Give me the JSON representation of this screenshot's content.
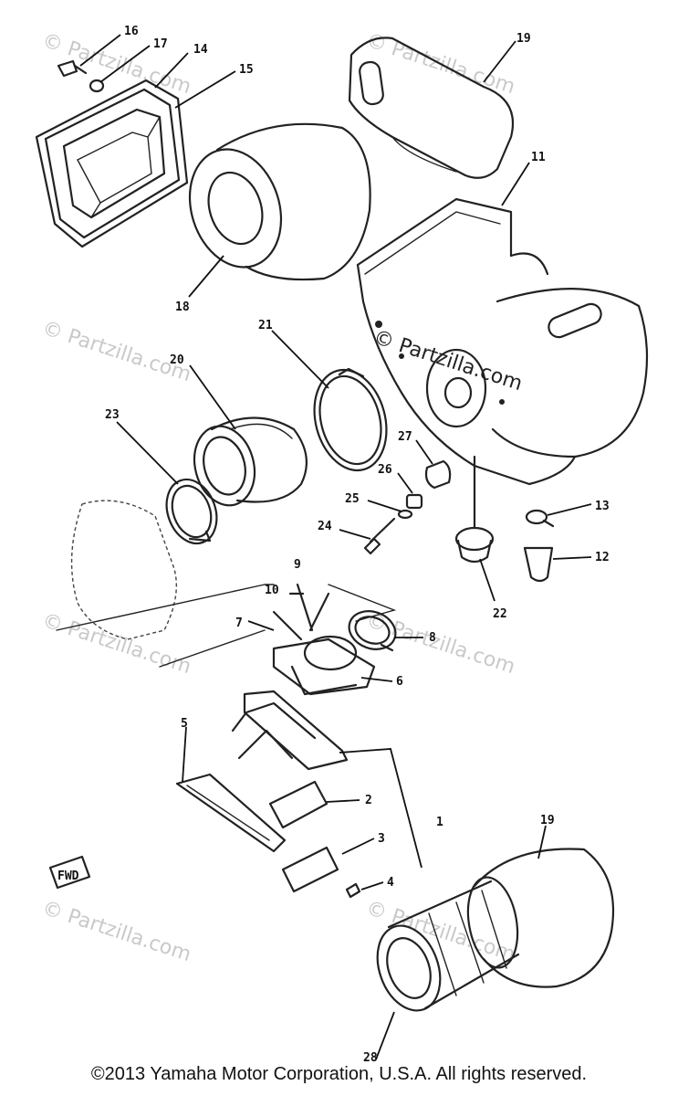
{
  "watermark": "© Partzilla.com",
  "watermark_overlay": "© Partzilla.com",
  "fwd_mark": "FWD",
  "copyright": "©2013 Yamaha Motor Corporation, U.S.A. All rights reserved.",
  "callouts": [
    "16",
    "17",
    "14",
    "15",
    "19",
    "11",
    "18",
    "21",
    "20",
    "23",
    "27",
    "26",
    "25",
    "24",
    "13",
    "12",
    "22",
    "9",
    "10",
    "7",
    "8",
    "6",
    "5",
    "2",
    "1",
    "3",
    "4",
    "19",
    "28"
  ]
}
